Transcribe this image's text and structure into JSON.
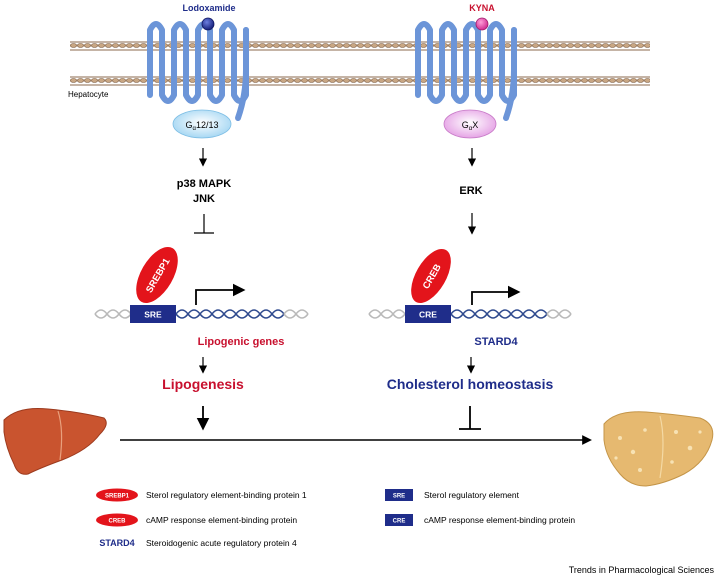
{
  "colors": {
    "receptor": "#6c95d8",
    "membrane": "#8b6a4e",
    "red_label": "#c8102e",
    "navy_label": "#1f2d8a",
    "srebp_oval": "#e3141b",
    "sre_box": "#1f2d8a",
    "liver_healthy": "#c9542f",
    "liver_fatty": "#e6b970",
    "dna_dark": "#2f4a8e",
    "dna_light": "#b9b9b9"
  },
  "labels": {
    "ligand_left": "Lodoxamide",
    "ligand_right": "KYNA",
    "cell": "Hepatocyte",
    "g_left_main": "G",
    "g_left_sub": "α",
    "g_left_rest": "12/13",
    "g_right_main": "G",
    "g_right_sub": "α",
    "g_right_rest": "X",
    "kinase_left_1": "p38 MAPK",
    "kinase_left_2": "JNK",
    "kinase_right": "ERK",
    "srebp1": "SREBP1",
    "creb": "CREB",
    "sre": "SRE",
    "cre": "CRE",
    "genes_left": "Lipogenic genes",
    "genes_right": "STARD4",
    "outcome_left": "Lipogenesis",
    "outcome_right": "Cholesterol homeostasis"
  },
  "legend": {
    "srebp1_tag": "SREBP1",
    "srebp1_text": "Sterol regulatory element-binding protein 1",
    "creb_tag": "CREB",
    "creb_text": "cAMP response element-binding protein",
    "stard4_tag": "STARD4",
    "stard4_text": "Steroidogenic acute regulatory protein 4",
    "sre_tag": "SRE",
    "sre_text": "Sterol regulatory element",
    "cre_tag": "CRE",
    "cre_text": "cAMP response element-binding protein"
  },
  "footer": {
    "journal": "Trends in Pharmacological Sciences"
  }
}
